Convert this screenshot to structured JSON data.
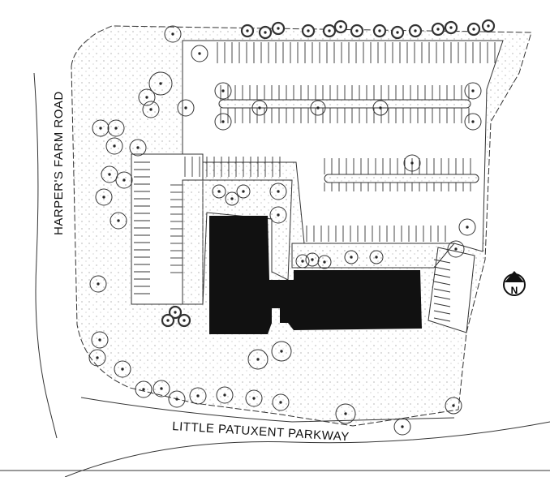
{
  "roads": {
    "west": "HARPER'S FARM ROAD",
    "south": "LITTLE PATUXENT PARKWAY"
  },
  "north_arrow": {
    "label": "N",
    "icon": "north-arrow-icon"
  },
  "colors": {
    "building": "#111111",
    "line": "#222222",
    "stipple": "#9a9a9a"
  }
}
